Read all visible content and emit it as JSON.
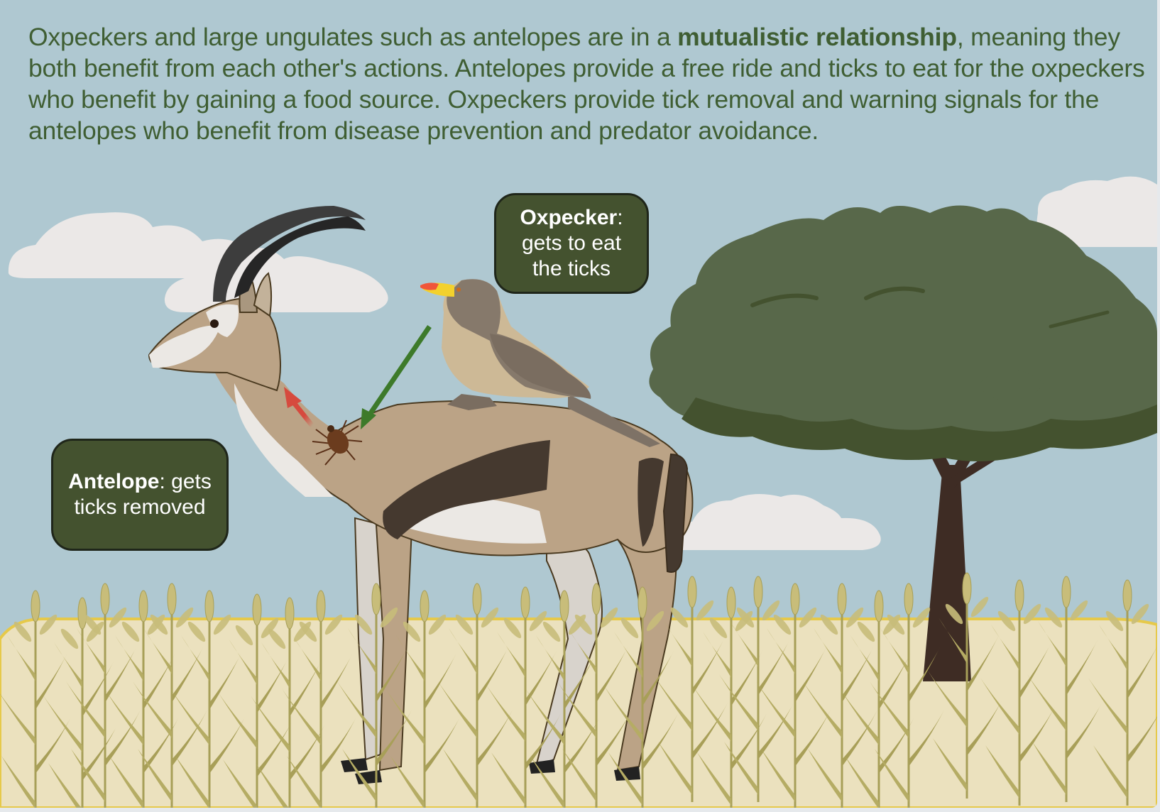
{
  "intro": {
    "segment_1": "Oxpeckers and large ungulates such as antelopes are in a ",
    "bold_term": "mutualistic relationship",
    "segment_2": ", meaning they both benefit from each other's actions. Antelopes provide a free ride and ticks to eat for the oxpeckers who benefit by gaining a food source. Oxpeckers provide tick removal and warning signals for the antelopes who benefit from disease prevention and predator avoidance."
  },
  "callouts": {
    "oxpecker": {
      "title": "Oxpecker",
      "sep": ":",
      "line_1": "gets to eat",
      "line_2": "the ticks"
    },
    "antelope": {
      "title": "Antelope",
      "sep": ": gets",
      "line_2": "ticks removed"
    }
  },
  "illustration": {
    "elements": [
      "antelope",
      "oxpecker-bird",
      "tick",
      "red-arrow-away",
      "green-arrow-toward",
      "acacia-tree",
      "clouds",
      "wheat-grass",
      "savanna-ground"
    ],
    "colors": {
      "sky": "#afc8d1",
      "cloud": "#ebe8e7",
      "text": "#3f5e33",
      "callout_bg": "#44522f",
      "tree_canopy": "#58684a",
      "tree_canopy_dark": "#44522f",
      "tree_trunk": "#3e2c24",
      "ground": "#ebe1be",
      "ground_edge": "#e6c94a",
      "wheat": "#b5ac64",
      "antelope_body": "#bba386",
      "antelope_stripe": "#45392f",
      "antelope_belly": "#ebe8e4",
      "horn": "#3a3a3a",
      "bird_body": "#86796b",
      "bird_breast": "#cdb996",
      "beak_tip": "#f0553a",
      "beak_base": "#f3d12d",
      "tick": "#6b3c1e",
      "arrow_red": "#d64a3e",
      "arrow_green": "#3d7a2a"
    }
  }
}
